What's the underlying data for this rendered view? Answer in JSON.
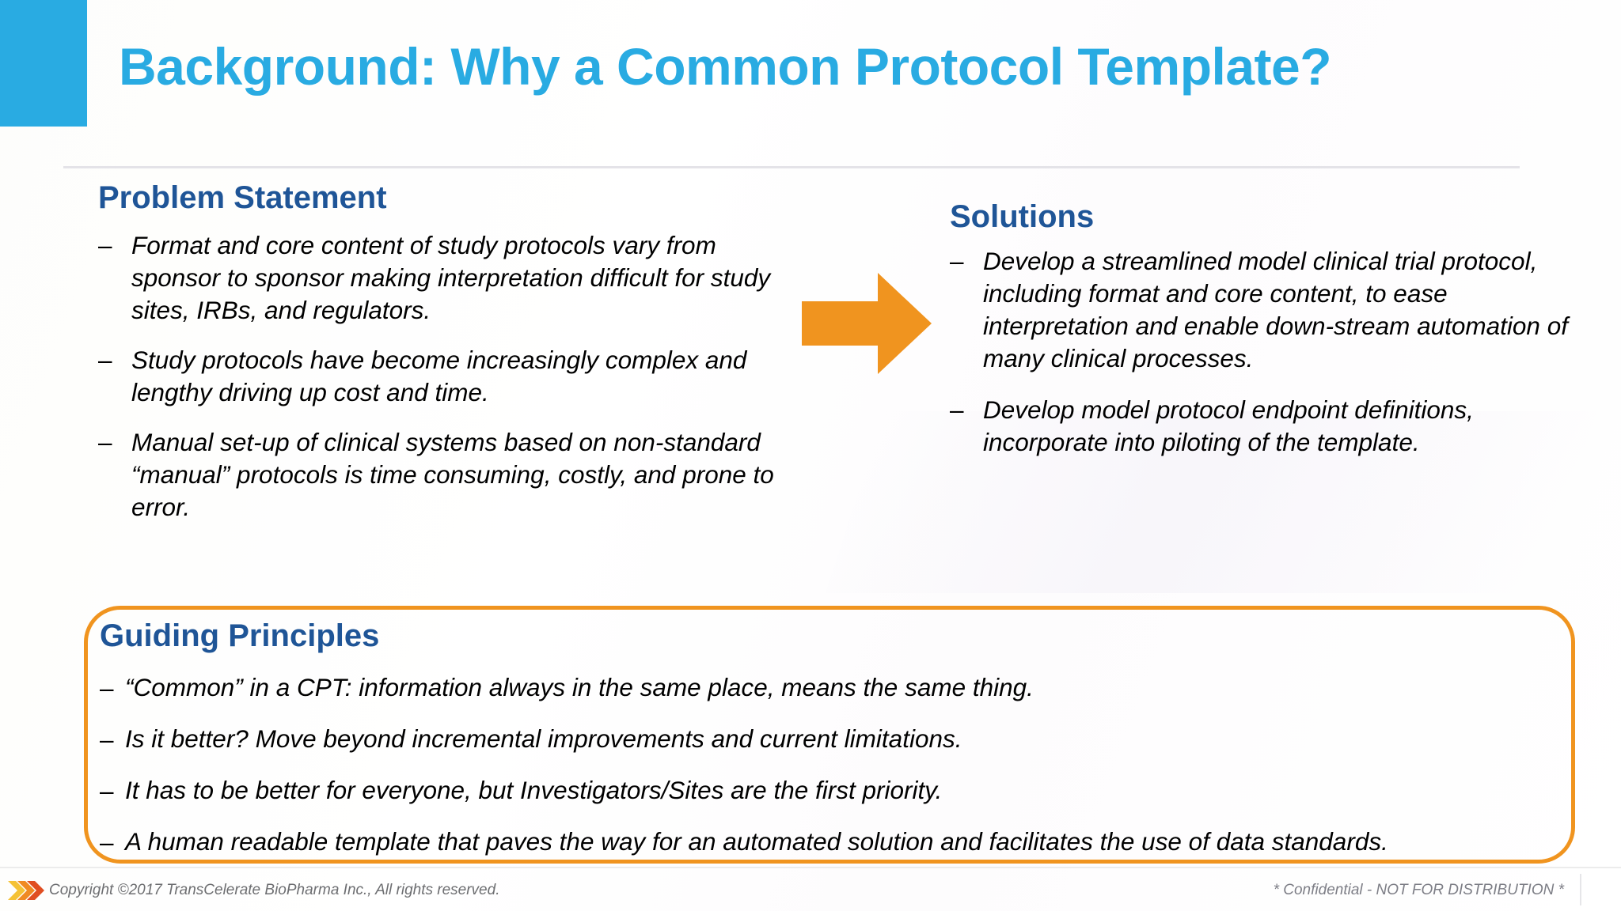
{
  "slide": {
    "title": "Background: Why a Common Protocol Template?",
    "accent_blue": "#29abe2",
    "heading_blue": "#1f5597",
    "accent_orange": "#f0941f"
  },
  "problem": {
    "heading": "Problem Statement",
    "bullets": [
      {
        "dash": "–",
        "text": "Format and core content of study protocols vary from sponsor to sponsor making interpretation difficult for study sites, IRBs, and regulators."
      },
      {
        "dash": "–",
        "text": "Study protocols have become increasingly complex and lengthy  driving up cost and time."
      },
      {
        "dash": "–",
        "text": "Manual set-up of clinical systems based on non-standard “manual” protocols is time consuming, costly, and prone to error."
      }
    ]
  },
  "solutions": {
    "heading": "Solutions",
    "bullets": [
      {
        "dash": "–",
        "text": "Develop a streamlined model clinical trial protocol, including format and core content, to ease interpretation and enable down-stream automation of many clinical processes."
      },
      {
        "dash": "–",
        "text": "Develop model protocol endpoint definitions, incorporate into piloting of the template."
      }
    ]
  },
  "arrow": {
    "icon": "right-arrow-icon",
    "color": "#f0941f"
  },
  "guiding_principles": {
    "heading": "Guiding Principles",
    "bullets": [
      {
        "dash": "–",
        "text": "“Common” in a CPT: information always in the same place, means the same thing."
      },
      {
        "dash": "–",
        "text": "Is it better? Move beyond incremental improvements and current limitations."
      },
      {
        "dash": "–",
        "text": "It has to be better for everyone, but Investigators/Sites are the first priority."
      },
      {
        "dash": "–",
        "text": "A human readable template that paves the way for an automated solution and facilitates the use of data standards."
      }
    ]
  },
  "footer": {
    "logo_icon": "triple-chevron-logo",
    "copyright": "Copyright ©2017 TransCelerate BioPharma Inc., All rights reserved.",
    "confidentiality": "* Confidential - NOT FOR DISTRIBUTION *"
  }
}
